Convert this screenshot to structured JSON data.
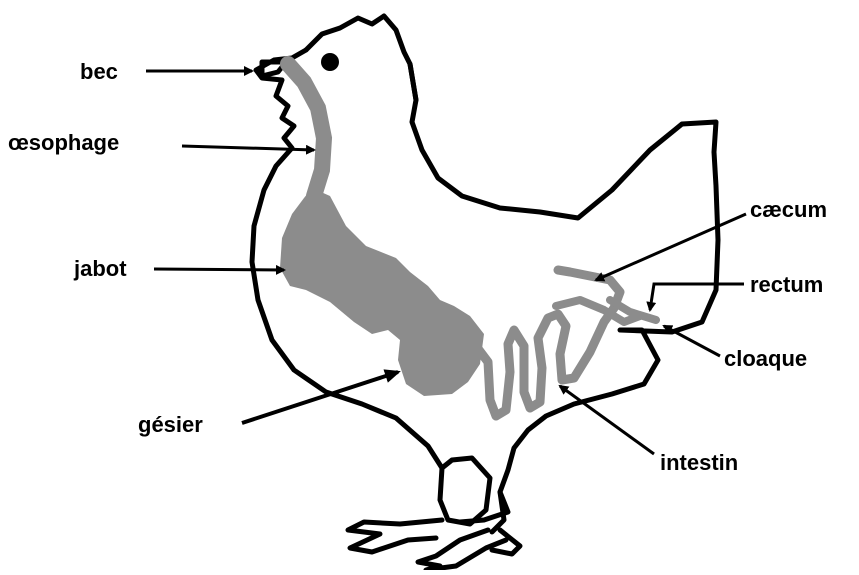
{
  "diagram": {
    "labels": {
      "bec": "bec",
      "oesophage": "œsophage",
      "jabot": "jabot",
      "gesier": "gésier",
      "caecum": "cæcum",
      "rectum": "rectum",
      "cloaque": "cloaque",
      "intestin": "intestin"
    },
    "colors": {
      "outline": "#000000",
      "digestive_tract": "#8c8c8c",
      "background": "#ffffff"
    }
  }
}
